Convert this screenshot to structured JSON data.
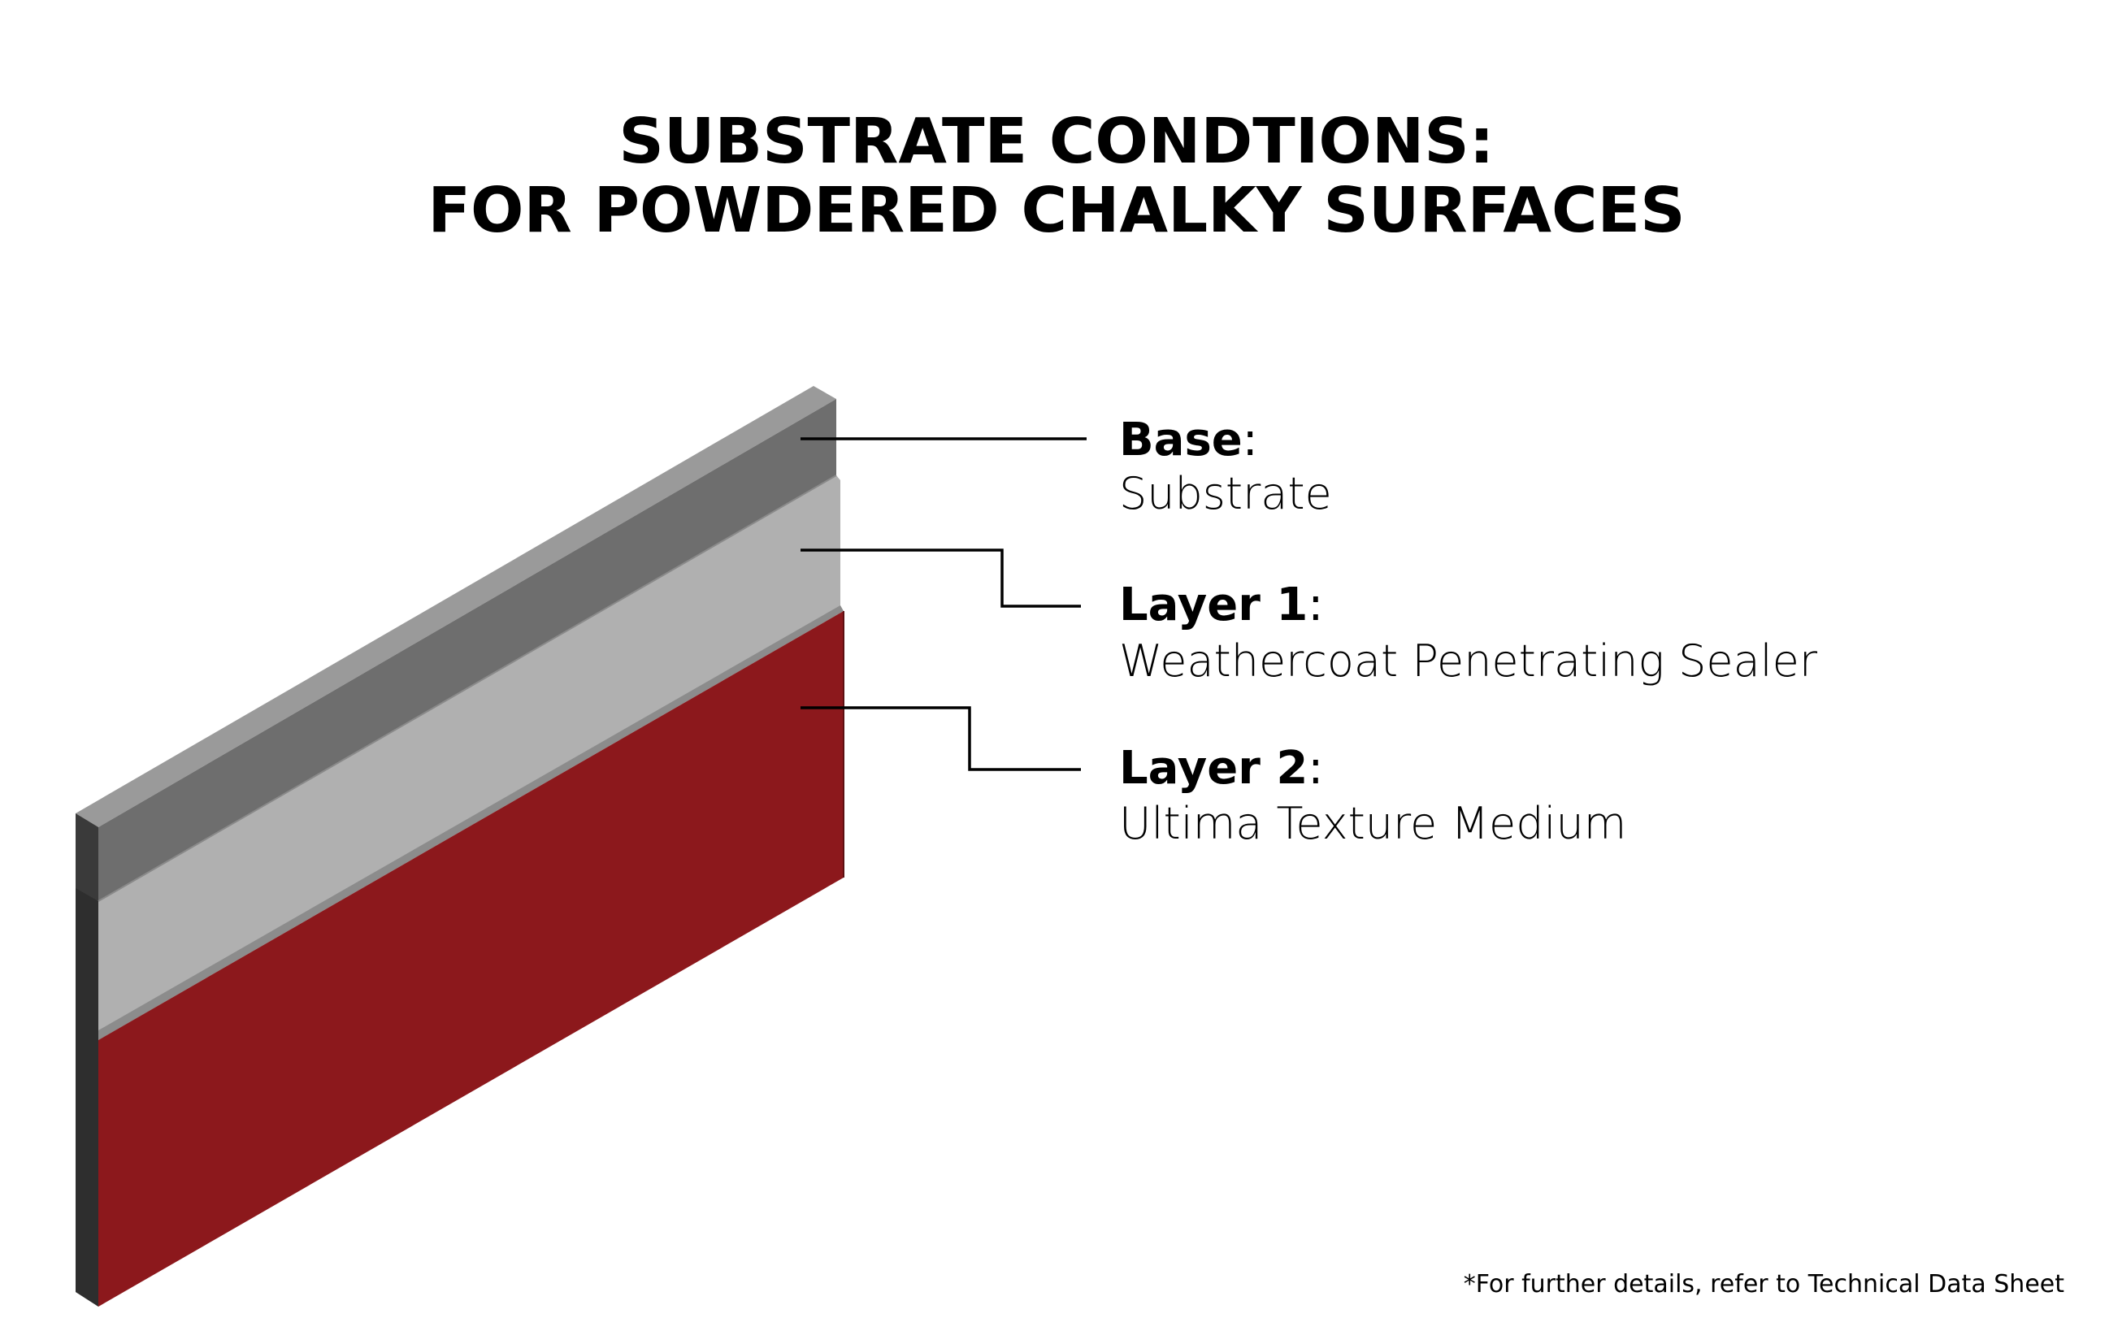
{
  "title": {
    "line1": "SUBSTRATE CONDTIONS:",
    "line2": "FOR POWDERED CHALKY SURFACES"
  },
  "layers": [
    {
      "heading": "Base",
      "colon": ":",
      "description": "Substrate",
      "color": "#6e6e6e"
    },
    {
      "heading": "Layer 1",
      "colon": ":",
      "description": "Weathercoat Penetrating Sealer",
      "color": "#b0b0b0"
    },
    {
      "heading": "Layer 2",
      "colon": ":",
      "description": "Ultima Texture Medium",
      "color": "#8c181c"
    }
  ],
  "footnote": "*For further details, refer to Technical Data Sheet"
}
